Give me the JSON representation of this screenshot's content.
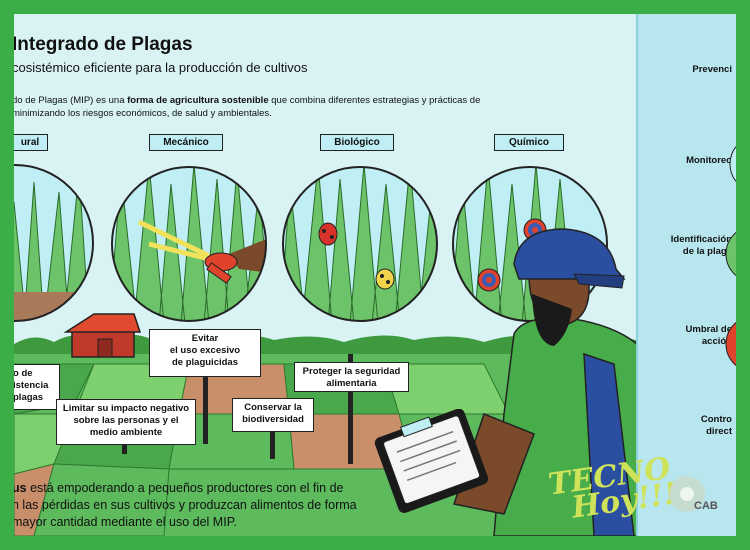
{
  "header": {
    "title": "Integrado de Plagas",
    "subtitle": "cosistémico eficiente para la producción de cultivos"
  },
  "intro": {
    "part1": "do de Plagas (MIP) es una ",
    "bold": "forma de agricultura sostenible",
    "part2": " que combina diferentes estrategias y prácticas de",
    "line2": "minimizando los riesgos económicos, de salud y ambientales."
  },
  "methods": [
    "ural",
    "Mecánico",
    "Biológico",
    "Químico"
  ],
  "signs": {
    "resistencia": "o de\nistencia\n plagas",
    "evitar": "Evitar\nel uso excesivo\nde plaguicidas",
    "seguridad": "Proteger la seguridad\nalimentaria",
    "impacto": "Limitar su impacto negativo\nsobre las personas y el\nmedio ambiente",
    "biodiversidad": "Conservar la\nbiodiversidad"
  },
  "bottom_text": {
    "bold": "us",
    "line1": " está empoderando a pequeños productores con el fin de",
    "line2": "n las pérdidas en sus cultivos y produzcan alimentos de forma",
    "line3": "mayor cantidad mediante el uso del MIP."
  },
  "sidebar": [
    "Prevenci",
    "Monitoreo",
    "Identificación\nde la plaga",
    "Umbral de\nacción",
    "Contro\ndirect"
  ],
  "watermark": {
    "line1": "TECNO",
    "line2": "Hoy!!!"
  },
  "brand": "CAB",
  "colors": {
    "frame": "#3cae48",
    "background": "#d9f3f5",
    "grass": "#6cc36a",
    "field_dark": "#4aa84c",
    "sidebar": "#b8e6ee"
  }
}
